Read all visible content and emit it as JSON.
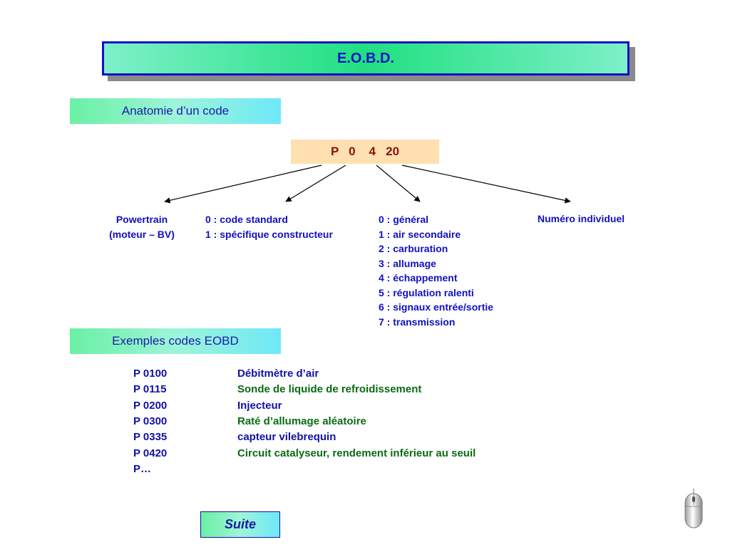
{
  "title": "E.O.B.D.",
  "sections": {
    "anatomy": "Anatomie d’un code",
    "examples": "Exemples codes EOBD"
  },
  "code": "P   0    4   20",
  "anatomy": {
    "powertrain": [
      "Powertrain",
      "(moteur – BV)"
    ],
    "standard": [
      "0 :  code standard",
      "1 :  spécifique constructeur"
    ],
    "subsystems": [
      "0 :  général",
      "1 :  air secondaire",
      "2 :  carburation",
      "3 :  allumage",
      "4 : échappement",
      "5 :  régulation ralenti",
      "6 :  signaux entrée/sortie",
      "7 :  transmission"
    ],
    "individual": "Numéro individuel"
  },
  "examples": [
    {
      "code": "P  0100",
      "desc": "Débitmètre d’air",
      "color": "#1010a8"
    },
    {
      "code": "P  0115",
      "desc": "Sonde de liquide de refroidissement",
      "color": "#0a6a14"
    },
    {
      "code": "P  0200",
      "desc": "Injecteur",
      "color": "#1010a8"
    },
    {
      "code": "P  0300",
      "desc": "Raté d’allumage aléatoire",
      "color": "#0a6a14"
    },
    {
      "code": "P  0335",
      "desc": "capteur vilebrequin",
      "color": "#1010a8"
    },
    {
      "code": "P  0420",
      "desc": "Circuit catalyseur, rendement inférieur au seuil",
      "color": "#0a6a14"
    },
    {
      "code": "P…",
      "desc": "",
      "color": "#1010a8"
    }
  ],
  "suite_label": "Suite",
  "icons": {
    "mouse": "mouse-icon"
  }
}
